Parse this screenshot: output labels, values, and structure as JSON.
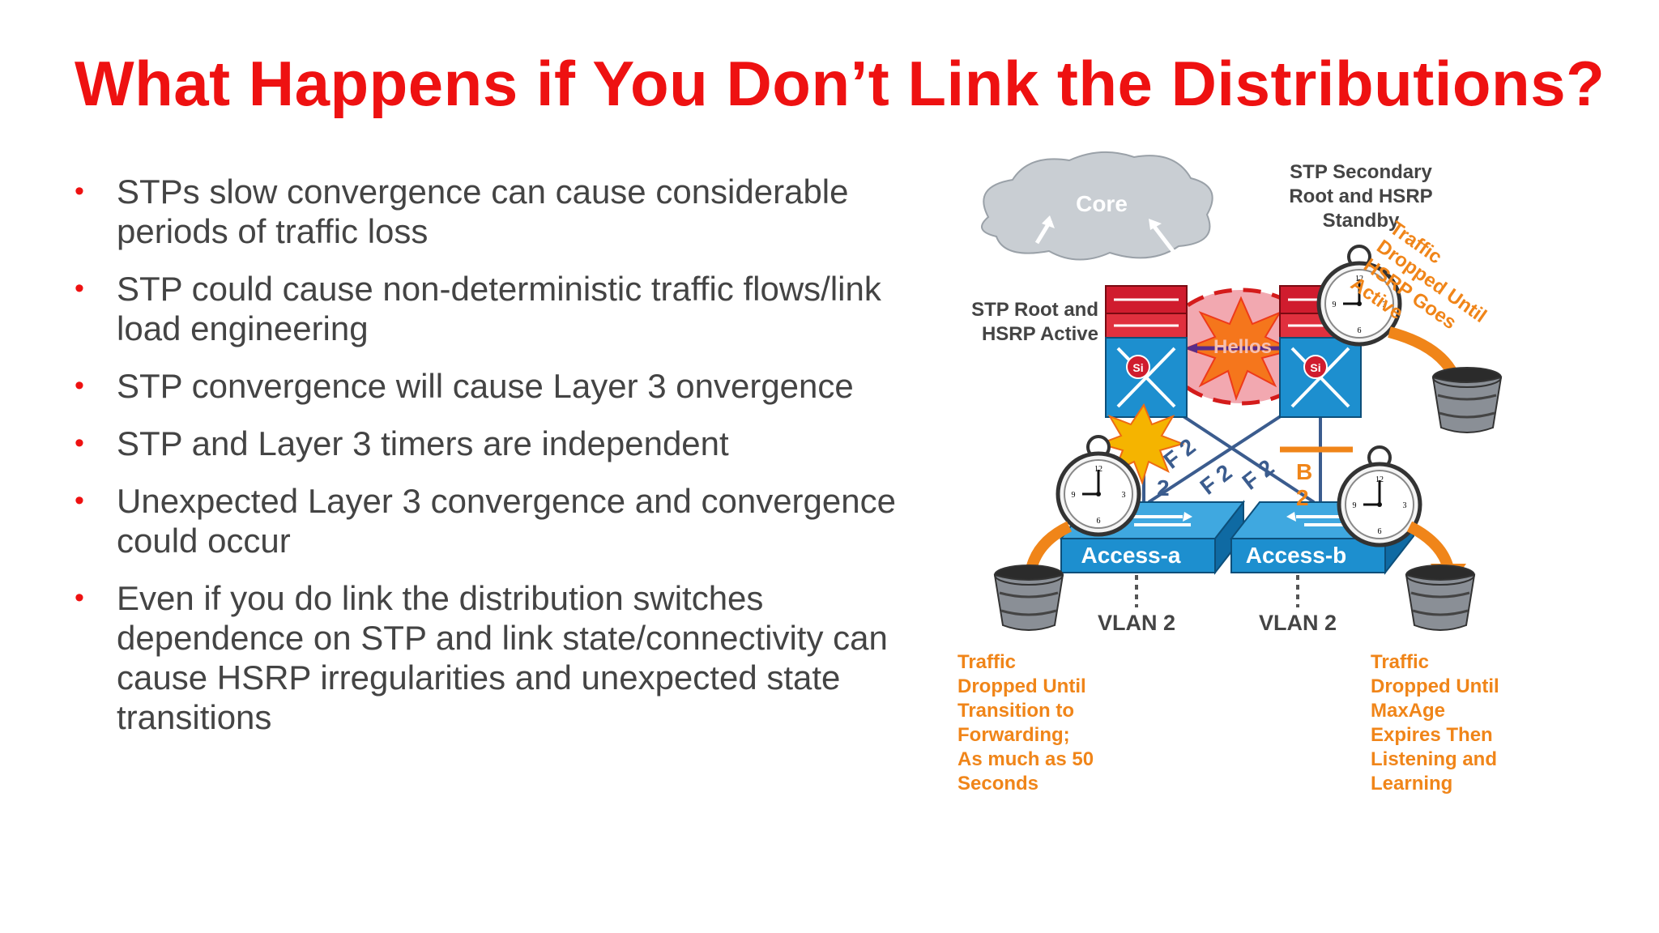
{
  "slide": {
    "title": "What Happens if You Don’t Link the Distributions?",
    "bullets": [
      "STPs slow convergence can cause considerable periods of traffic loss",
      "STP could cause non-deterministic traffic flows/link load engineering",
      "STP convergence will cause Layer 3 onvergence",
      "STP and Layer 3 timers are independent",
      "Unexpected Layer 3 convergence and convergence could occur",
      "Even if you do link the distribution switches dependence on STP and link state/connectivity can cause HSRP irregularities and unexpected state transitions"
    ]
  },
  "diagram": {
    "core_label": "Core",
    "stp_secondary": [
      "STP Secondary",
      "Root and HSRP",
      "Standby"
    ],
    "stp_root": [
      "STP Root and",
      "HSRP Active"
    ],
    "hellos": "Hellos",
    "si": "Si",
    "traffic_hsrp": [
      "Traffic",
      "Dropped Until",
      "HSRP Goes",
      "Active"
    ],
    "link_labels": {
      "f2_left": "F 2",
      "f2_cross": "F 2",
      "f2_right": "F 2",
      "b": "B",
      "two_left": "2",
      "two_right": "2"
    },
    "access_a": "Access-a",
    "access_b": "Access-b",
    "vlan_a": "VLAN 2",
    "vlan_b": "VLAN 2",
    "traffic_left": [
      "Traffic",
      "Dropped Until",
      "Transition to",
      "Forwarding;",
      "As much as 50",
      "Seconds"
    ],
    "traffic_right": [
      "Traffic",
      "Dropped Until",
      "MaxAge",
      "Expires Then",
      "Listening and",
      "Learning"
    ]
  },
  "colors": {
    "title_red": "#ee1111",
    "bullet_text": "#444444",
    "switch_blue": "#1d8fcf",
    "module_red": "#d01c2e",
    "traffic_orange": "#f08519",
    "link_blue": "#3b5c8e"
  }
}
